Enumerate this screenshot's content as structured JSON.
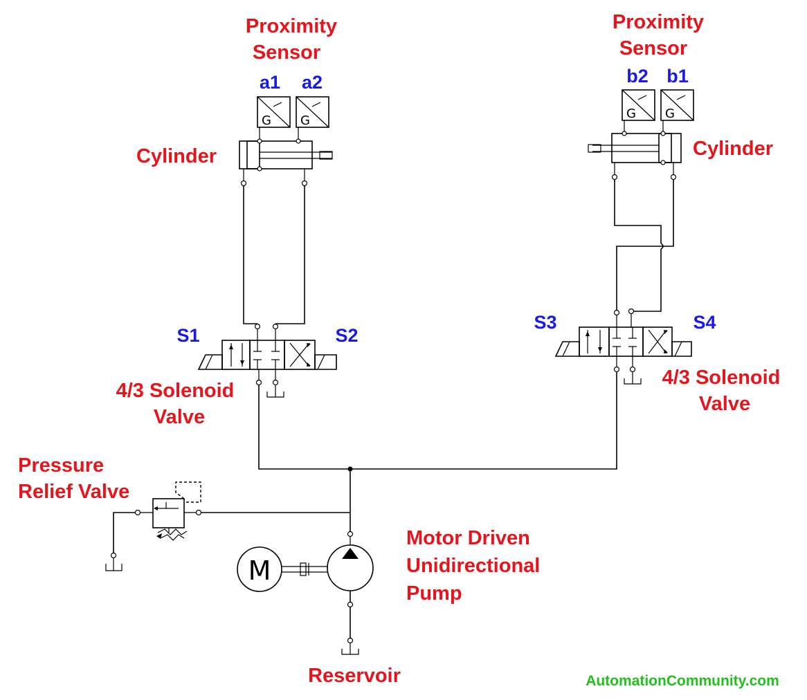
{
  "labels": {
    "prox_sensor_left": [
      "Proximity",
      "Sensor"
    ],
    "prox_sensor_right": [
      "Proximity",
      "Sensor"
    ],
    "sensor_a1": "a1",
    "sensor_a2": "a2",
    "sensor_b2": "b2",
    "sensor_b1": "b1",
    "cylinder_left": "Cylinder",
    "cylinder_right": "Cylinder",
    "solenoid_s1": "S1",
    "solenoid_s2": "S2",
    "solenoid_s3": "S3",
    "solenoid_s4": "S4",
    "valve_left": [
      "4/3 Solenoid",
      "Valve"
    ],
    "valve_right": [
      "4/3 Solenoid",
      "Valve"
    ],
    "relief_valve": [
      "Pressure",
      "Relief Valve"
    ],
    "pump": [
      "Motor Driven",
      "Unidirectional",
      "Pump"
    ],
    "reservoir": "Reservoir",
    "watermark": "AutomationCommunity.com"
  },
  "symbols": {
    "motor_letter": "M",
    "sensor_letter": "G"
  },
  "colors": {
    "component_label": "#e8141c",
    "tag_label": "#1a1ae6",
    "watermark": "#22c01c",
    "line": "#000000"
  }
}
